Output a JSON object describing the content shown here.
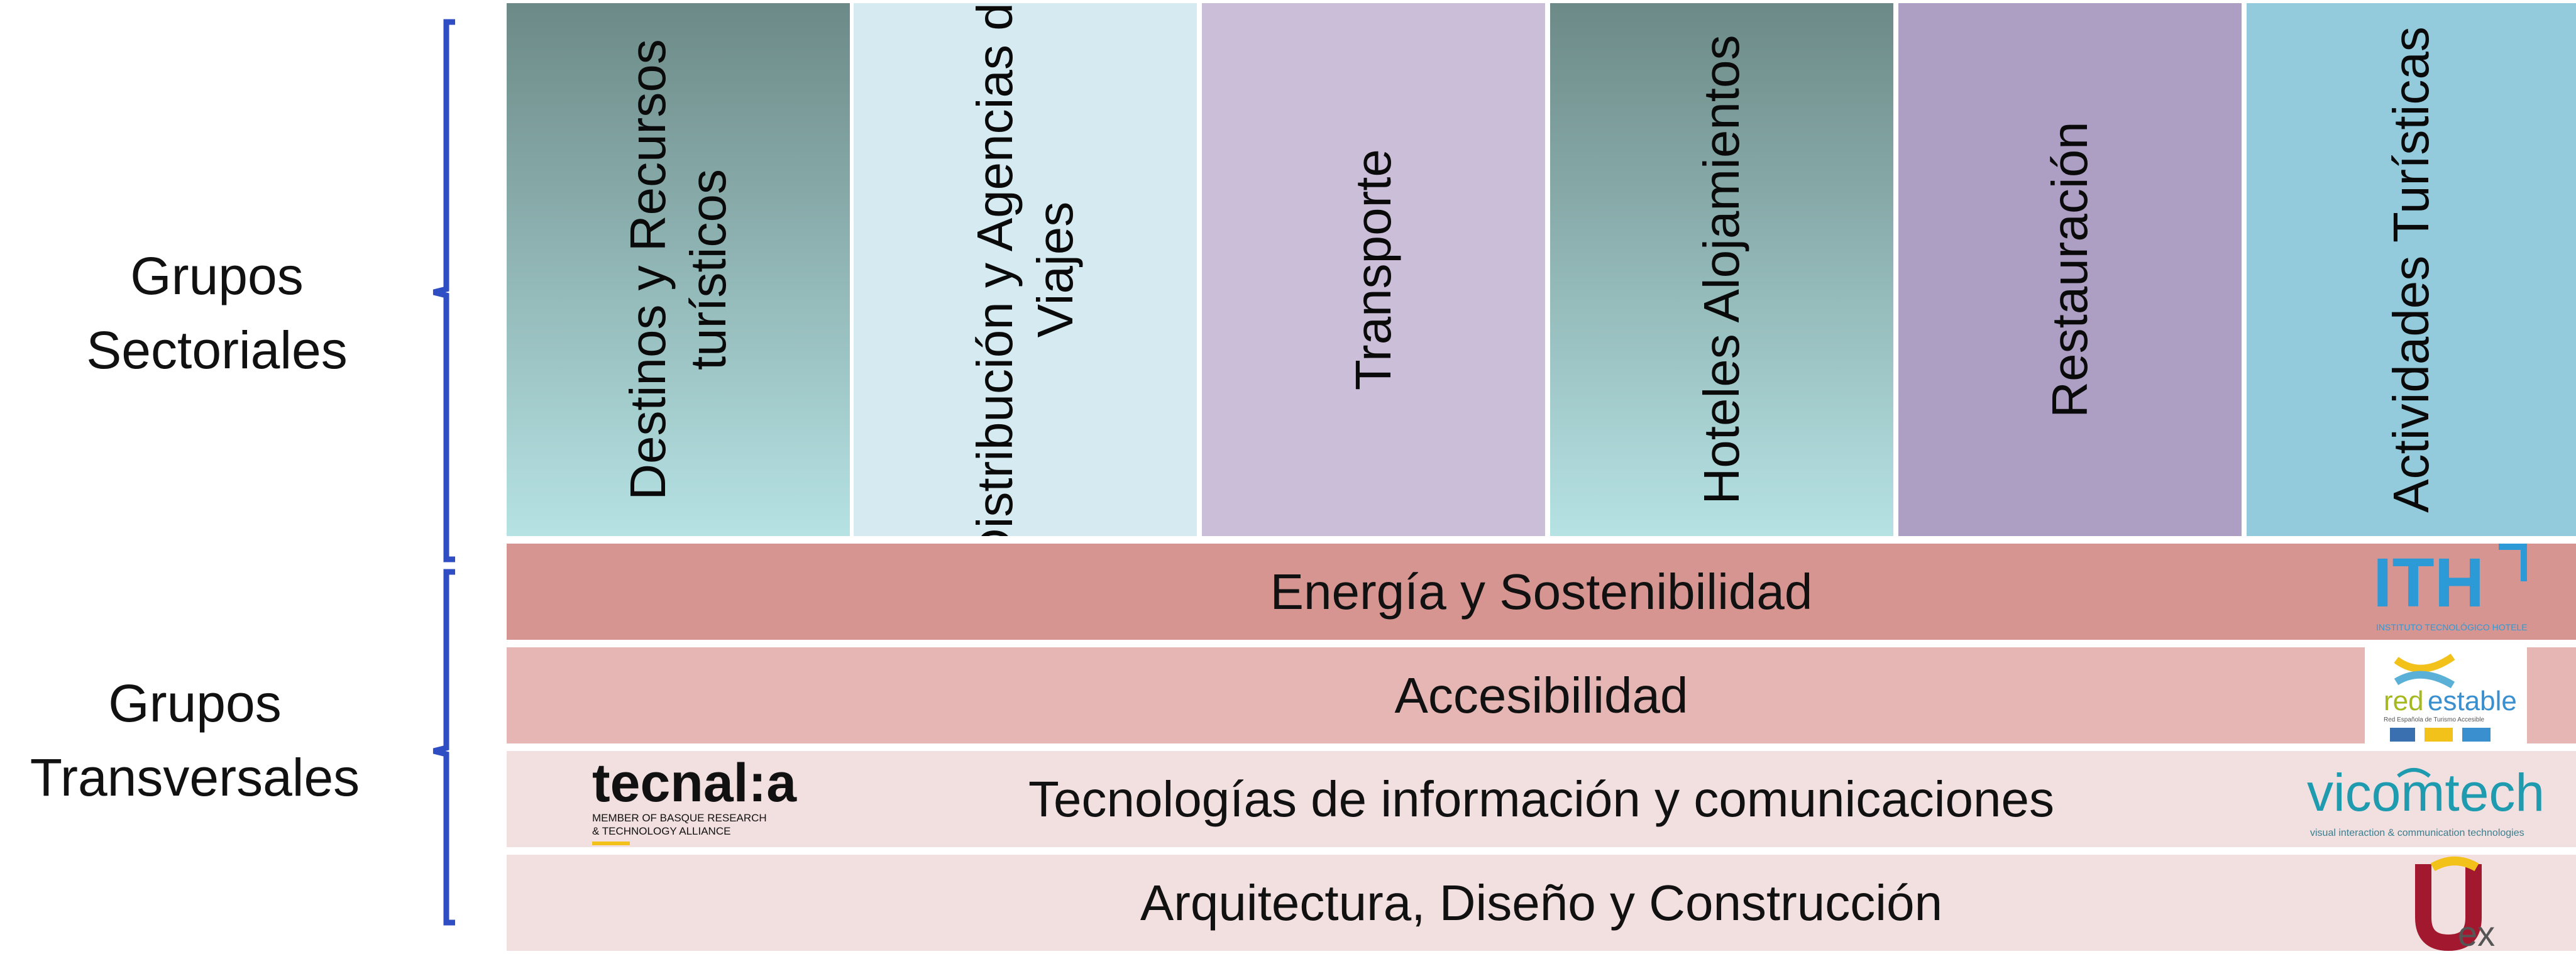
{
  "groups": {
    "sectoriales": {
      "line1": "Grupos",
      "line2": "Sectoriales"
    },
    "transversales": {
      "line1": "Grupos",
      "line2": "Transversales"
    }
  },
  "columns": [
    {
      "line1": "Destinos y Recursos",
      "line2": "turísticos",
      "color_top": "#6c8a87",
      "color_bottom": "#b6e2e4"
    },
    {
      "line1": "Distribución y Agencias de",
      "line2": "Viajes",
      "color": "#d6ebf1"
    },
    {
      "line1": "Transporte",
      "line2": "",
      "color": "#cbbed9"
    },
    {
      "line1": "Hoteles Alojamientos",
      "line2": "",
      "color_top": "#6c8a87",
      "color_bottom": "#b6e2e4"
    },
    {
      "line1": "Restauración",
      "line2": "",
      "color": "#ad9fc4"
    },
    {
      "line1": "Actividades Turísticas",
      "line2": "",
      "color": "#94cbdc"
    }
  ],
  "rows": [
    {
      "label": "Energía y Sostenibilidad",
      "color": "#d79592"
    },
    {
      "label": "Accesibilidad",
      "color": "#e6b6b4"
    },
    {
      "label": "Tecnologías de información y comunicaciones",
      "color": "#f2dfdf"
    },
    {
      "label": "Arquitectura, Diseño y Construcción",
      "color": "#f2dfdf"
    }
  ],
  "logos": {
    "ith": {
      "text": "ITH",
      "subtitle": "INSTITUTO TECNOLÓGICO HOTELERO"
    },
    "redestable": {
      "text_a": "red",
      "text_b": "estable",
      "subtitle": "Red Española de Turismo Accesible"
    },
    "tecnalia": {
      "text": "tecnal:a",
      "subtitle_1": "MEMBER OF BASQUE RESEARCH",
      "subtitle_2": "& TECHNOLOGY ALLIANCE"
    },
    "vicomtech": {
      "text": "vicomtech",
      "subtitle": "visual interaction & communication technologies"
    },
    "uex": {
      "text": "ex"
    }
  },
  "colors": {
    "brace": "#2f4ec4",
    "ith_blue": "#2b9ad6",
    "tecnalia_accent": "#e8412c",
    "vicomtech_teal": "#1f9bb0"
  }
}
